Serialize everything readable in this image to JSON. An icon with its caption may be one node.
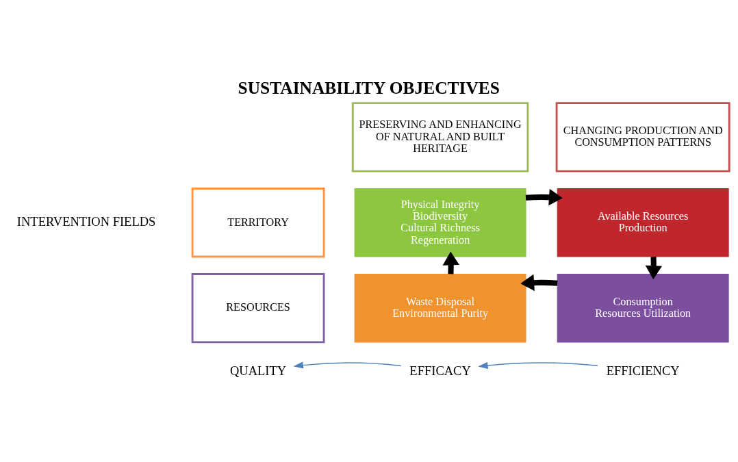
{
  "diagram": {
    "title": "SUSTAINABILITY OBJECTIVES",
    "nodes": [
      {
        "text": [
          "PRESERVING AND ENHANCING OF NATURAL AND BUILT HERITAGE"
        ]
      },
      {
        "text": [
          "CHANGING PRODUCTION AND CONSUMPTION PATTERNS"
        ]
      },
      {
        "text": [
          "TERRITORY"
        ]
      },
      {
        "text": [
          "RESOURCES"
        ]
      },
      {
        "text": [
          "Physical Integrity",
          "Biodiversity",
          "Cultural Richness",
          "Regeneration"
        ]
      },
      {
        "text": [
          "Available Resources",
          "Production"
        ]
      },
      {
        "text": [
          "Waste Disposal",
          "Environmental Purity"
        ]
      },
      {
        "text": [
          "Consumption",
          "Resources Utilization"
        ]
      },
      {
        "text": [
          "QUALITY"
        ]
      },
      {
        "text": [
          "EFFICACY"
        ]
      },
      {
        "text": [
          "EFFICIENCY"
        ]
      }
    ],
    "edges": [
      {
        "from": 4,
        "to": 5,
        "arrow": "to"
      },
      {
        "from": 5,
        "to": 7,
        "arrow": "to"
      },
      {
        "from": 7,
        "to": 6,
        "arrow": "to"
      },
      {
        "from": 6,
        "to": 4,
        "arrow": "to"
      },
      {
        "from": 9,
        "to": 8,
        "arrow": "to",
        "color": "#4f81bd"
      },
      {
        "from": 10,
        "to": 9,
        "arrow": "to",
        "color": "#4f81bd"
      }
    ],
    "labels": [
      "INTERVENTION FIELDS"
    ]
  }
}
